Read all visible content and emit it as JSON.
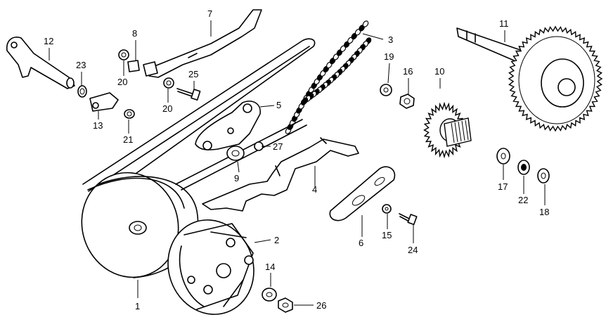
{
  "callouts": [
    {
      "id": "c1",
      "text": "1"
    },
    {
      "id": "c2",
      "text": "2"
    },
    {
      "id": "c3",
      "text": "3"
    },
    {
      "id": "c4",
      "text": "4"
    },
    {
      "id": "c5",
      "text": "5"
    },
    {
      "id": "c6",
      "text": "6"
    },
    {
      "id": "c7",
      "text": "7"
    },
    {
      "id": "c8",
      "text": "8"
    },
    {
      "id": "c9",
      "text": "9"
    },
    {
      "id": "c10",
      "text": "10"
    },
    {
      "id": "c11",
      "text": "11"
    },
    {
      "id": "c12",
      "text": "12"
    },
    {
      "id": "c13",
      "text": "13"
    },
    {
      "id": "c14",
      "text": "14"
    },
    {
      "id": "c15",
      "text": "15"
    },
    {
      "id": "c16",
      "text": "16"
    },
    {
      "id": "c17",
      "text": "17"
    },
    {
      "id": "c18",
      "text": "18"
    },
    {
      "id": "c19",
      "text": "19"
    },
    {
      "id": "c20a",
      "text": "20"
    },
    {
      "id": "c20b",
      "text": "20"
    },
    {
      "id": "c21",
      "text": "21"
    },
    {
      "id": "c22",
      "text": "22"
    },
    {
      "id": "c23",
      "text": "23"
    },
    {
      "id": "c24",
      "text": "24"
    },
    {
      "id": "c25",
      "text": "25"
    },
    {
      "id": "c26",
      "text": "26"
    },
    {
      "id": "c27",
      "text": "27"
    }
  ]
}
